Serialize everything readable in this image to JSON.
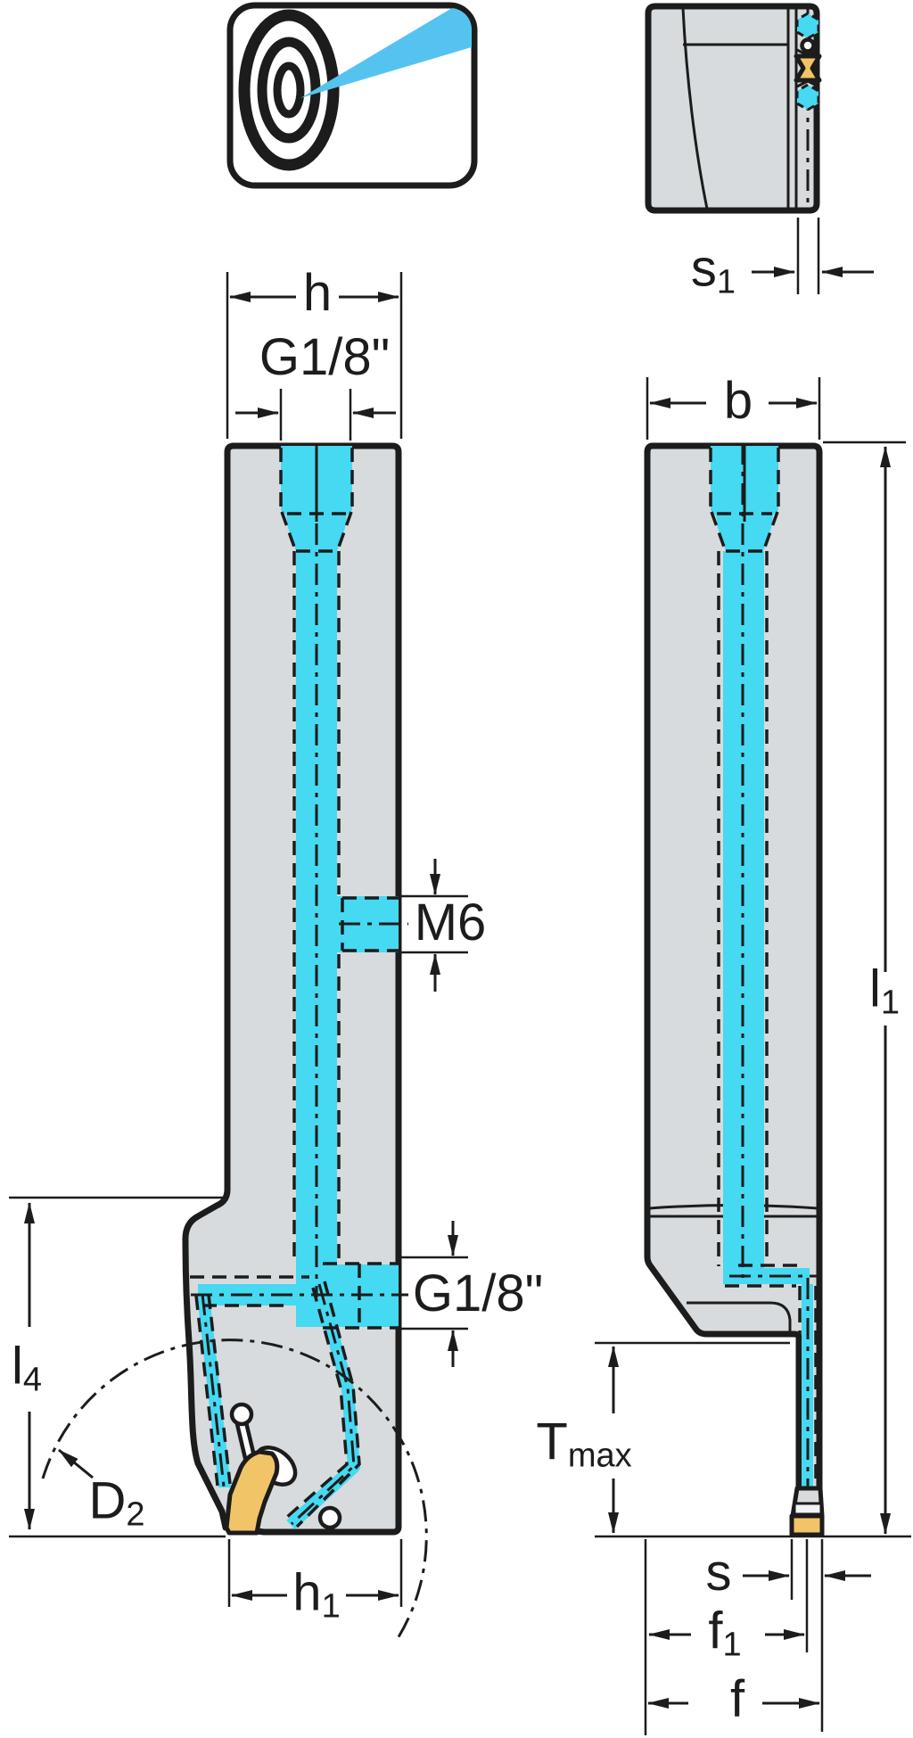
{
  "icon": {
    "name": "precision-coolant-target-icon"
  },
  "colors": {
    "body_fill": "#d7dbdd",
    "outline": "#1c1c1c",
    "coolant": "#45d9f2",
    "jet": "#55c3ef",
    "insert": "#f2c468",
    "paper": "#ffffff"
  },
  "labels": {
    "s1": {
      "base": "s",
      "sub": "1"
    },
    "h": {
      "base": "h"
    },
    "g18_top": {
      "base": "G1/8\""
    },
    "b": {
      "base": "b"
    },
    "m6": {
      "base": "M6"
    },
    "l1": {
      "base": "l",
      "sub": "1"
    },
    "g18_side": {
      "base": "G1/8\""
    },
    "l4": {
      "base": "l",
      "sub": "4"
    },
    "tmax": {
      "base": "T",
      "sub": "max"
    },
    "d2": {
      "base": "D",
      "sub": "2"
    },
    "h1": {
      "base": "h",
      "sub": "1"
    },
    "s": {
      "base": "s"
    },
    "f1": {
      "base": "f",
      "sub": "1"
    },
    "f": {
      "base": "f"
    }
  }
}
